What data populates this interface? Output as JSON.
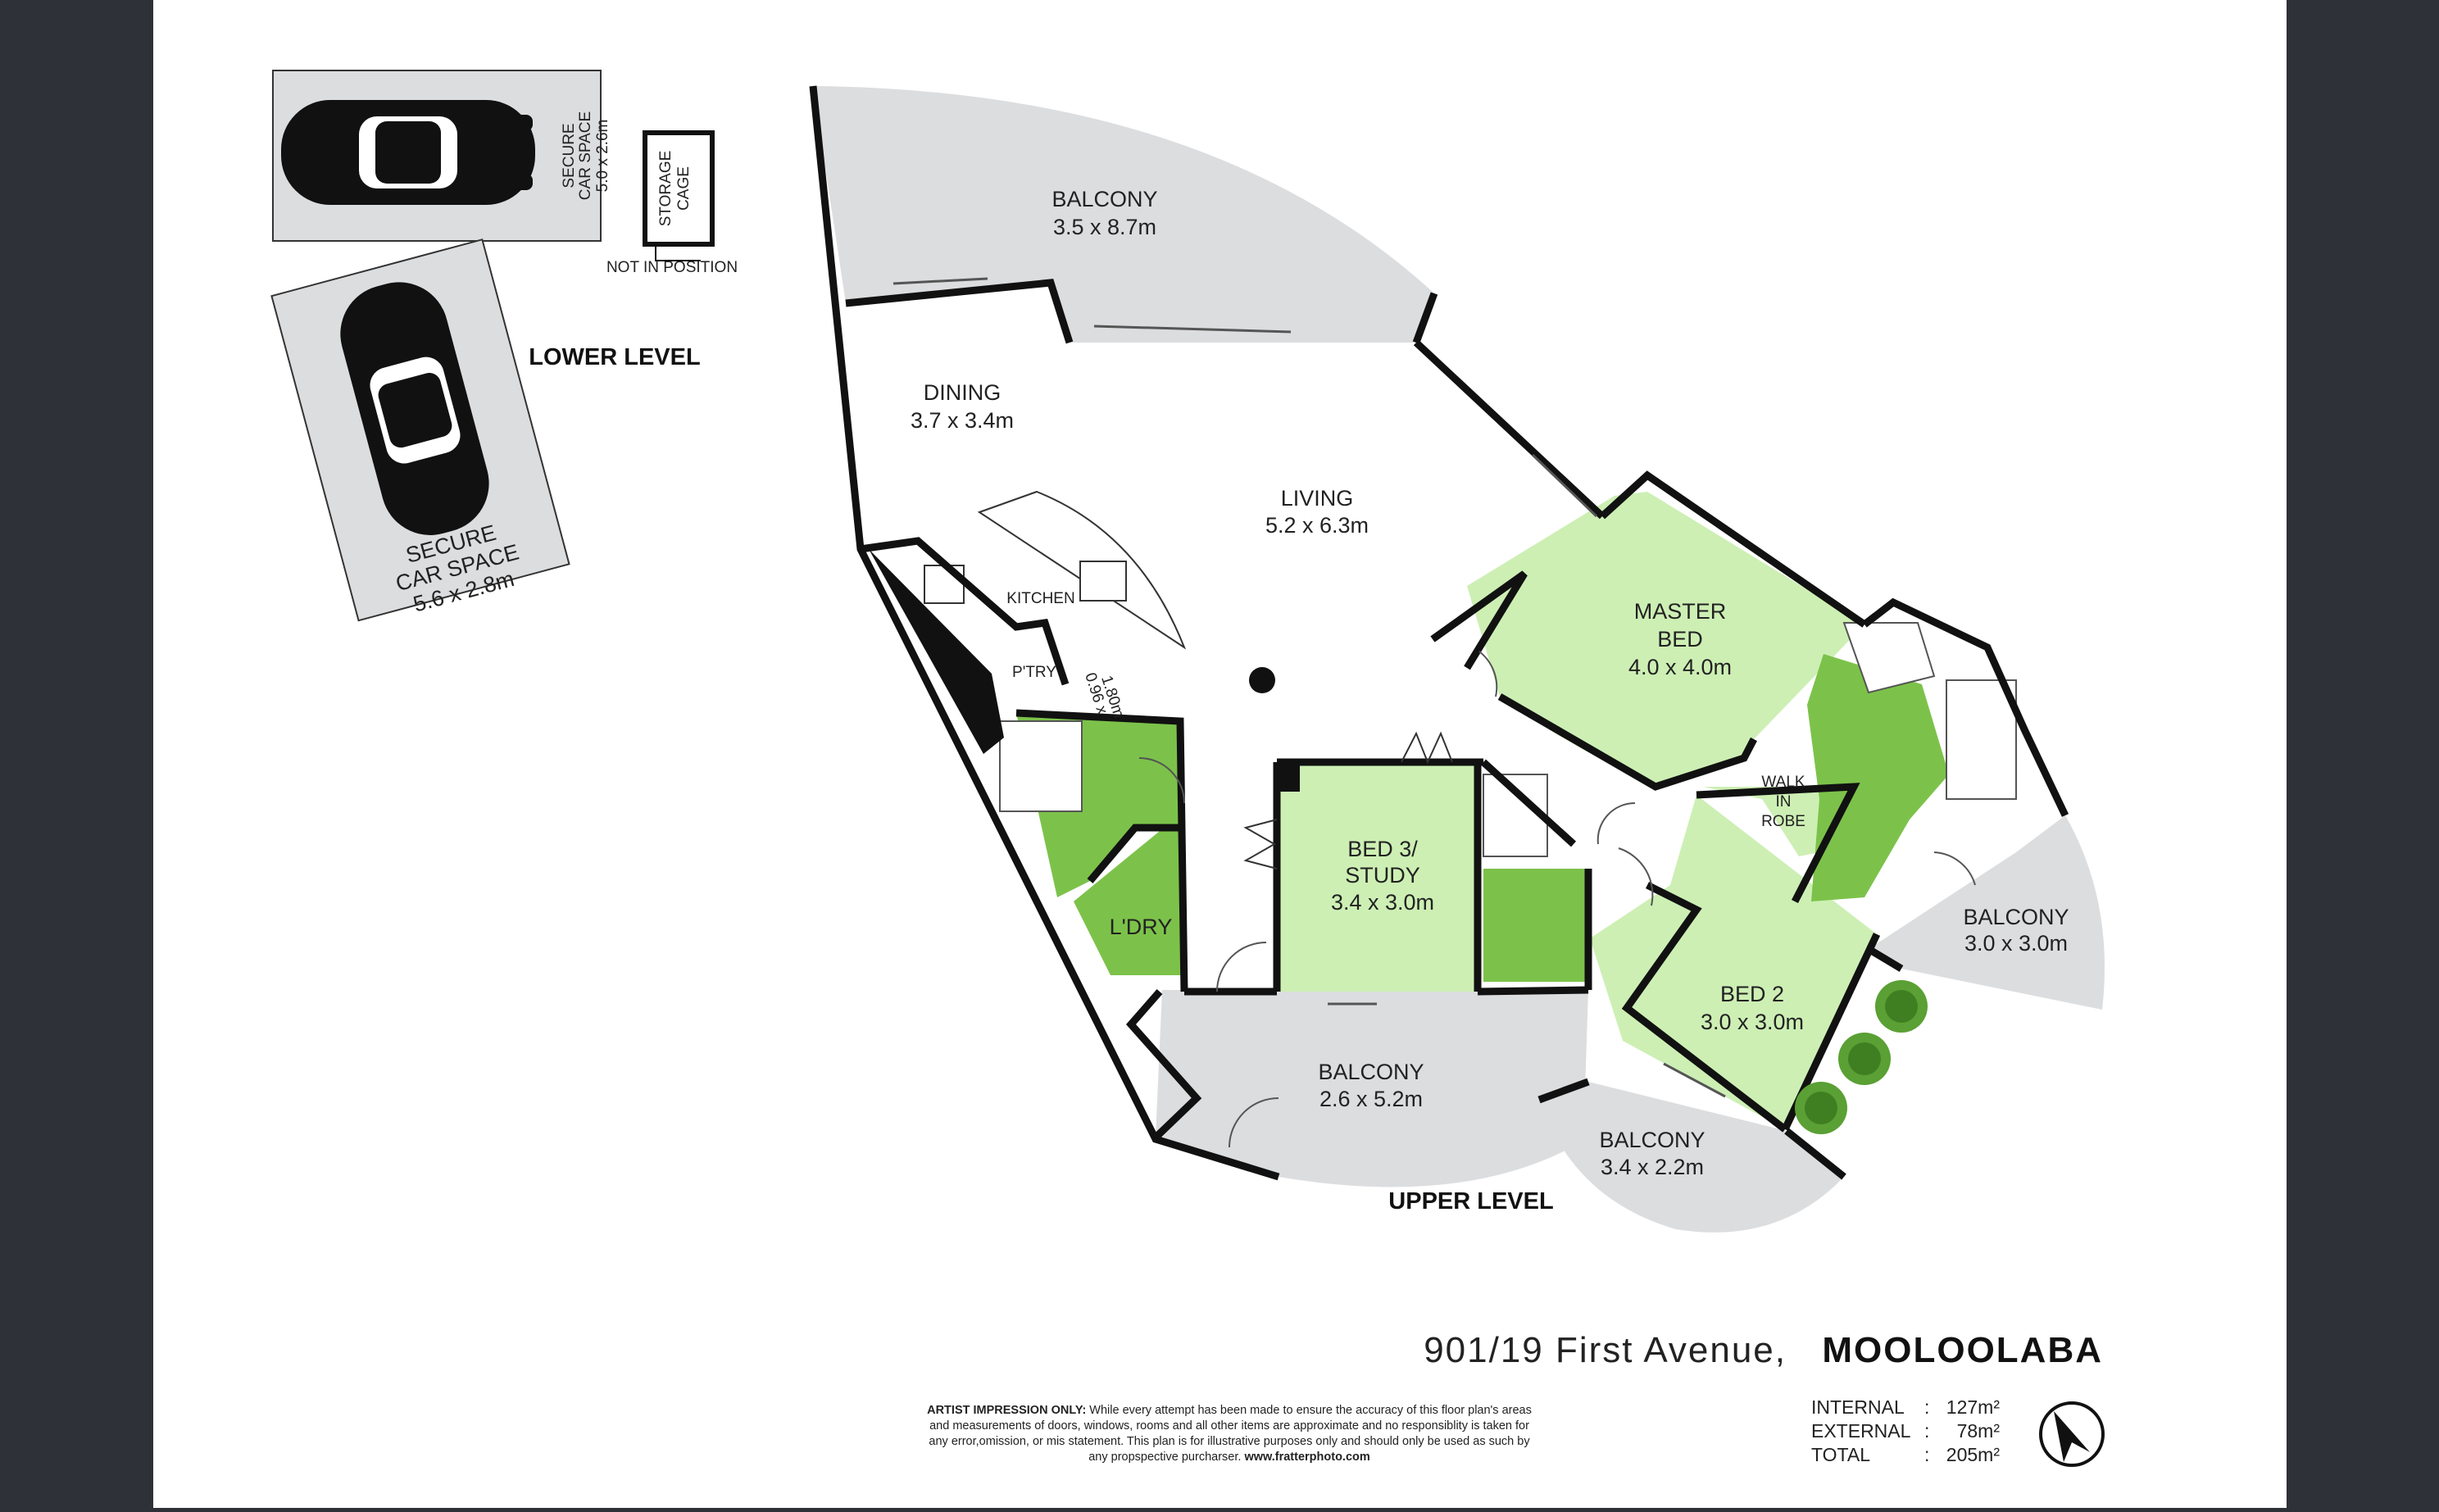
{
  "floorplan": {
    "address": {
      "street": "901/19 First Avenue,",
      "suburb": "MOOLOOLABA"
    },
    "levels": {
      "lower": "LOWER LEVEL",
      "upper": "UPPER LEVEL"
    },
    "lower_level": {
      "car_space_1": {
        "line1": "SECURE",
        "line2": "CAR SPACE",
        "dims": "5.0 x 2.6m"
      },
      "car_space_2": {
        "line1": "SECURE",
        "line2": "CAR SPACE",
        "dims": "5.6 x 2.8m"
      },
      "storage": {
        "line1": "STORAGE",
        "line2": "CAGE",
        "note": "NOT IN POSITION"
      }
    },
    "rooms": {
      "balcony_top": {
        "name": "BALCONY",
        "dims": "3.5 x 8.7m"
      },
      "dining": {
        "name": "DINING",
        "dims": "3.7 x 3.4m"
      },
      "living": {
        "name": "LIVING",
        "dims": "5.2 x 6.3m"
      },
      "kitchen": {
        "name": "KITCHEN"
      },
      "pantry": {
        "name": "P'TRY"
      },
      "pantry_dims": {
        "line1": "0.96 x",
        "line2": "1.80m"
      },
      "laundry": {
        "name": "L'DRY"
      },
      "master_bed": {
        "line1": "MASTER",
        "line2": "BED",
        "dims": "4.0 x 4.0m"
      },
      "walk_in_robe": {
        "line1": "WALK",
        "line2": "IN",
        "line3": "ROBE"
      },
      "bed3": {
        "line1": "BED 3/",
        "line2": "STUDY",
        "dims": "3.4 x 3.0m"
      },
      "bed2": {
        "name": "BED 2",
        "dims": "3.0 x 3.0m"
      },
      "balcony_right": {
        "name": "BALCONY",
        "dims": "3.0 x 3.0m"
      },
      "balcony_bottom_mid": {
        "name": "BALCONY",
        "dims": "2.6 x 5.2m"
      },
      "balcony_bottom_right": {
        "name": "BALCONY",
        "dims": "3.4 x 2.2m"
      }
    },
    "areas": [
      {
        "label": "INTERNAL",
        "sep": ":",
        "value": "127m²"
      },
      {
        "label": "EXTERNAL",
        "sep": ":",
        "value": "78m²"
      },
      {
        "label": "TOTAL",
        "sep": ":",
        "value": "205m²"
      }
    ],
    "disclaimer": {
      "bold": "ARTIST IMPRESSION ONLY:",
      "line1": " While every attempt has been made to ensure the accuracy of this floor plan's areas",
      "line2": "and measurements of doors, windows, rooms and all other items are approximate and no responsiblity is taken for",
      "line3": "any error,omission, or mis statement. This plan is for illustrative purposes only and should only be used as such by",
      "line4": "any propspective purcharser. ",
      "url": "www.fratterphoto.com"
    },
    "colors": {
      "frame": "#2e3238",
      "paper": "#ffffff",
      "balcony": "#dcdddf",
      "bedroom": "#cdefb4",
      "wet_area": "#7cc24a",
      "wall": "#111111",
      "plant": "#5aa034"
    },
    "icons": [
      "car-icon",
      "compass-icon",
      "plant-icon",
      "door-icon"
    ]
  }
}
